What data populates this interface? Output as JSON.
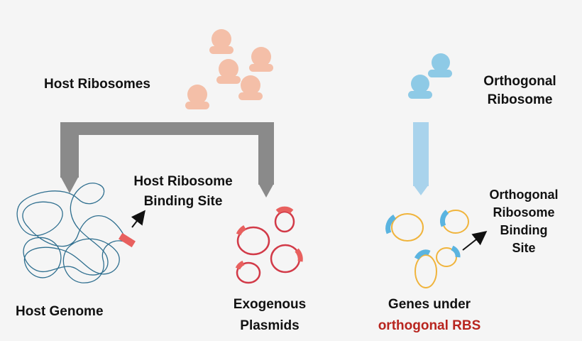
{
  "labels": {
    "host_ribosomes": "Host Ribosomes",
    "orthogonal_ribosome": [
      "Orthogonal",
      "Ribosome"
    ],
    "host_rbs": [
      "Host Ribosome",
      "Binding Site"
    ],
    "orthogonal_rbs": [
      "Orthogonal",
      "Ribosome",
      "Binding",
      "Site"
    ],
    "host_genome": "Host Genome",
    "exogenous_plasmids": [
      "Exogenous",
      "Plasmids"
    ],
    "genes_under": "Genes under",
    "orthogonal_rbs_highlight": "orthogonal RBS"
  },
  "colors": {
    "background": "#f5f5f5",
    "host_ribosome": "#f4bfa8",
    "orthogonal_ribosome": "#8ecae6",
    "gray_arrow": "#8a8a8a",
    "blue_arrow": "#a9d3ec",
    "host_rbs_marker": "#e8605e",
    "plasmid_ring": "#d23a48",
    "genome_line": "#2f6f8f",
    "orthogonal_ring": "#f0b43c",
    "orthogonal_rbs_marker": "#5ab4e0",
    "highlight_text": "#b8251f"
  }
}
